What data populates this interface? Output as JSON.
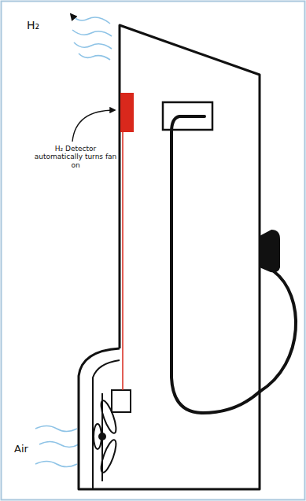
{
  "diagram": {
    "labels": [
      "H₂",
      "H₂ Detector automatically turns fan on",
      "Air"
    ]
  }
}
